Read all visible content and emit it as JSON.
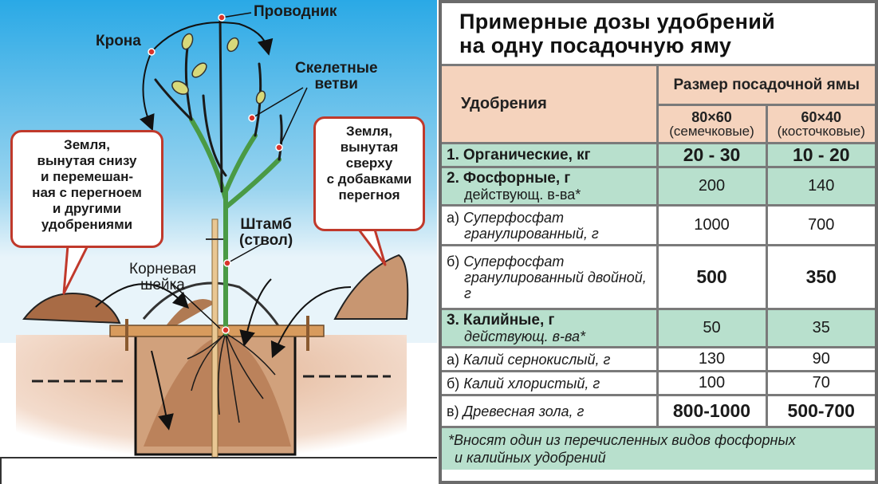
{
  "illustration": {
    "labels": {
      "conductor": "Проводник",
      "crown": "Крона",
      "skeletal_branches": [
        "Скелетные",
        "ветви"
      ],
      "trunk": [
        "Штамб",
        "(ствол)"
      ],
      "root_collar": [
        "Корневая",
        "шейка"
      ]
    },
    "bubble_left": [
      "Земля,",
      "вынутая снизу",
      "и перемешан-",
      "ная с перегноем",
      "и другими",
      "удобрениями"
    ],
    "bubble_right": [
      "Земля,",
      "вынутая",
      "сверху",
      "с добавками",
      "перегноя"
    ],
    "colors": {
      "sky": "#3bb3e8",
      "soil": "#c7865a",
      "callout_border": "#c0392b",
      "marker": "#d9342b"
    }
  },
  "table": {
    "title": [
      "Примерные дозы удобрений",
      "на одну посадочную яму"
    ],
    "header": {
      "fertilizers": "Удобрения",
      "pit_size": "Размер посадочной ямы",
      "columns": [
        {
          "size": "80×60",
          "type": "(семечковые)"
        },
        {
          "size": "60×40",
          "type": "(косточковые)"
        }
      ]
    },
    "rows": [
      {
        "prefix": "1.",
        "label": "Органические, кг",
        "sub": "",
        "values": [
          "20 - 30",
          "10 - 20"
        ],
        "style": "green",
        "bold_values": true
      },
      {
        "prefix": "2.",
        "label": "Фосфорные, г",
        "sub": "действующ. в-ва*",
        "values": [
          "200",
          "140"
        ],
        "style": "green",
        "bold_values": false
      },
      {
        "prefix": "а)",
        "label": "Суперфосфат",
        "sub": "гранулированный, г",
        "values": [
          "1000",
          "700"
        ],
        "style": "white",
        "bold_values": false
      },
      {
        "prefix": "б)",
        "label": "Суперфосфат",
        "sub": "гранулированный двойной, г",
        "values": [
          "500",
          "350"
        ],
        "style": "white",
        "bold_values": true
      },
      {
        "prefix": "3.",
        "label": "Калийные, г",
        "sub": "действующ. в-ва*",
        "values": [
          "50",
          "35"
        ],
        "style": "green",
        "bold_values": false
      },
      {
        "prefix": "а)",
        "label": "Калий сернокислый, г",
        "sub": "",
        "values": [
          "130",
          "90"
        ],
        "style": "white",
        "bold_values": false
      },
      {
        "prefix": "б)",
        "label": "Калий хлористый, г",
        "sub": "",
        "values": [
          "100",
          "70"
        ],
        "style": "white",
        "bold_values": false
      },
      {
        "prefix": "в)",
        "label": "Древесная зола, г",
        "sub": "",
        "values": [
          "800-1000",
          "500-700"
        ],
        "style": "white",
        "bold_values": true
      }
    ],
    "footnote": [
      "*Вносят один из перечисленных видов фосфорных",
      "и калийных удобрений"
    ],
    "colors": {
      "header_bg": "#f5d3bd",
      "green_bg": "#b8e0cd",
      "border": "#7a7a7a"
    }
  }
}
